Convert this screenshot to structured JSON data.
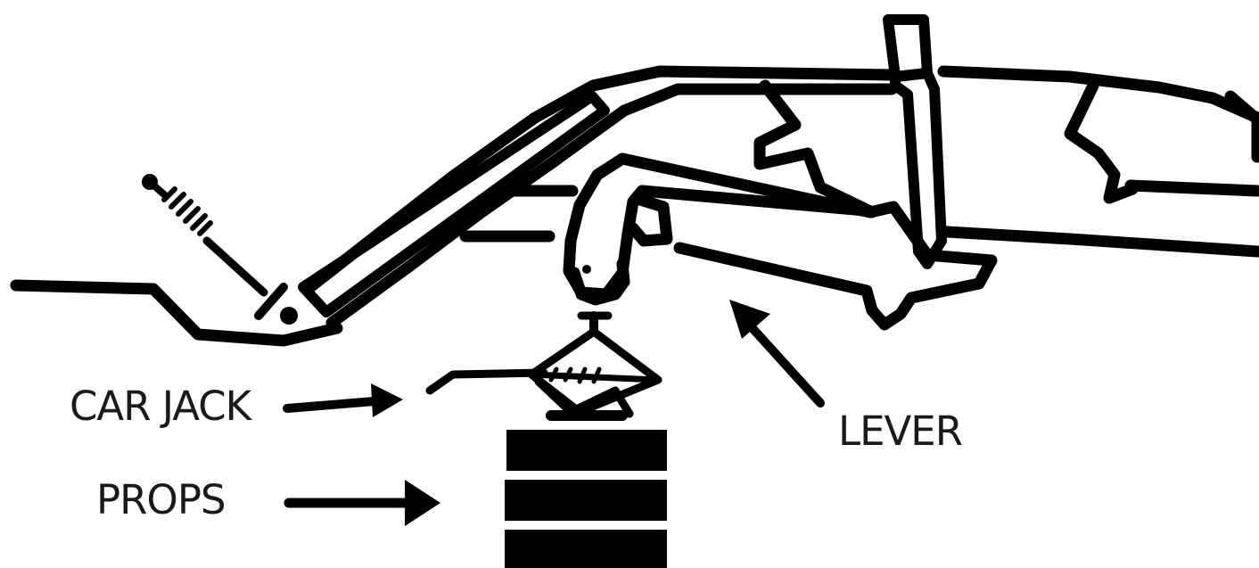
{
  "labels": {
    "car_jack": "CAR JACK",
    "props": "PROPS",
    "lever": "LEVER"
  },
  "colors": {
    "ink": "#000000",
    "background": "#ffffff"
  }
}
